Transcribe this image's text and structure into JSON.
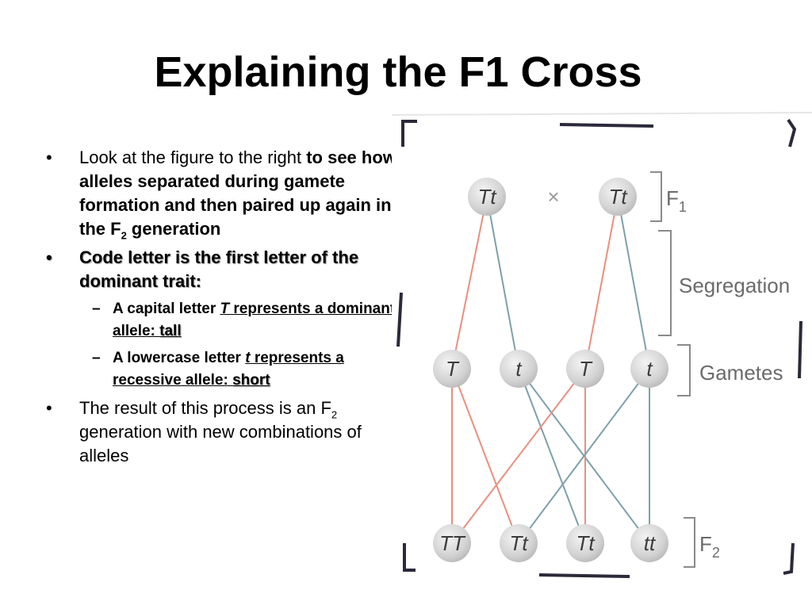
{
  "slide": {
    "title": "Explaining the F1 Cross"
  },
  "bullets": {
    "b1_normal": "Look at the figure to the right",
    "b1_bold": "to see how alleles separated during gamete formation and then paired up again in the F",
    "b1_sub": "2",
    "b1_tail": " generation",
    "b2": "Code letter is the first letter of the dominant trait:",
    "s1_pre": "A capital letter ",
    "s1_letter": "T",
    "s1_mid": " represents a dominant allele: ",
    "s1_word": "tall",
    "s2_pre": "A lowercase letter ",
    "s2_letter": "t",
    "s2_mid": " represents a recessive allele: ",
    "s2_word": "short",
    "b3_pre": "The result of this process is an F",
    "b3_sub": "2",
    "b3_tail": " generation with new combinations of alleles"
  },
  "figure": {
    "parents": [
      "Tt",
      "Tt"
    ],
    "cross_symbol": "×",
    "gametes": [
      "T",
      "t",
      "T",
      "t"
    ],
    "offspring": [
      "TT",
      "Tt",
      "Tt",
      "tt"
    ],
    "label_f1_main": "F",
    "label_f1_sub": "1",
    "label_segregation": "Segregation",
    "label_gametes": "Gametes",
    "label_f2_main": "F",
    "label_f2_sub": "2",
    "colors": {
      "dominant_line": "#e8907f",
      "recessive_line": "#7ea0aa",
      "node_fill": "#d7d7d7",
      "bracket": "#2a2a3a",
      "side_bracket": "#8a8a8a"
    }
  }
}
